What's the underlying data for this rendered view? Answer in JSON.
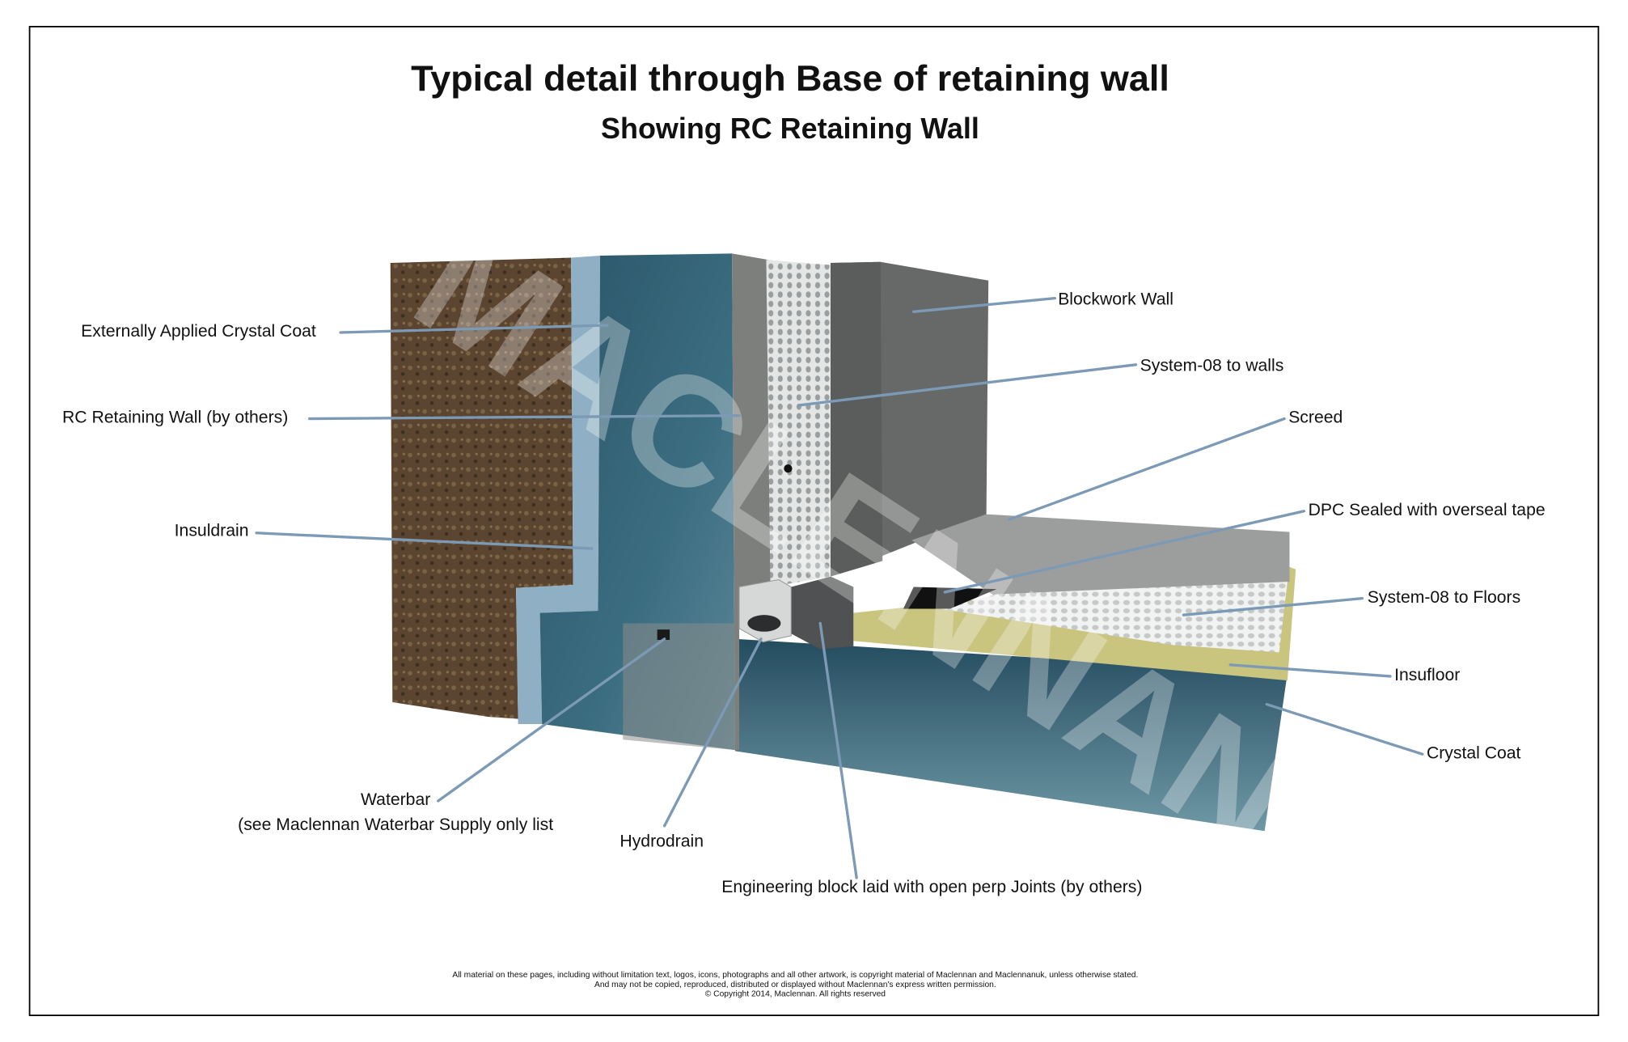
{
  "title": "Typical detail through Base of retaining wall",
  "subtitle": "Showing RC Retaining Wall",
  "watermark": "MACLENNAN",
  "labels": {
    "crystal_coat_ext": "Externally Applied Crystal Coat",
    "rc_wall": "RC Retaining Wall (by others)",
    "insuldrain": "Insuldrain",
    "waterbar": "Waterbar",
    "waterbar_note": "(see Maclennan Waterbar Supply only list",
    "hydrodrain": "Hydrodrain",
    "eng_block": "Engineering block laid with open perp Joints (by others)",
    "blockwork": "Blockwork Wall",
    "system08_walls": "System-08 to walls",
    "screed": "Screed",
    "dpc": "DPC Sealed with overseal tape",
    "system08_floors": "System-08 to Floors",
    "insufloor": "Insufloor",
    "crystal_coat": "Crystal Coat"
  },
  "footer": {
    "line1": "All material on these pages, including without limitation text, logos, icons, photographs and all other artwork, is copyright material of Maclennan and Maclennanuk, unless otherwise stated.",
    "line2": "And may not be copied, reproduced, distributed or displayed without Maclennan's express written permission.",
    "line3": "© Copyright 2014, Maclennan.  All rights reserved"
  },
  "colors": {
    "leader": "#7c9ab5",
    "crystal_coat": "#2f5d72",
    "insuldrain": "#8fb0c4",
    "insufloor": "#c9c47e"
  }
}
